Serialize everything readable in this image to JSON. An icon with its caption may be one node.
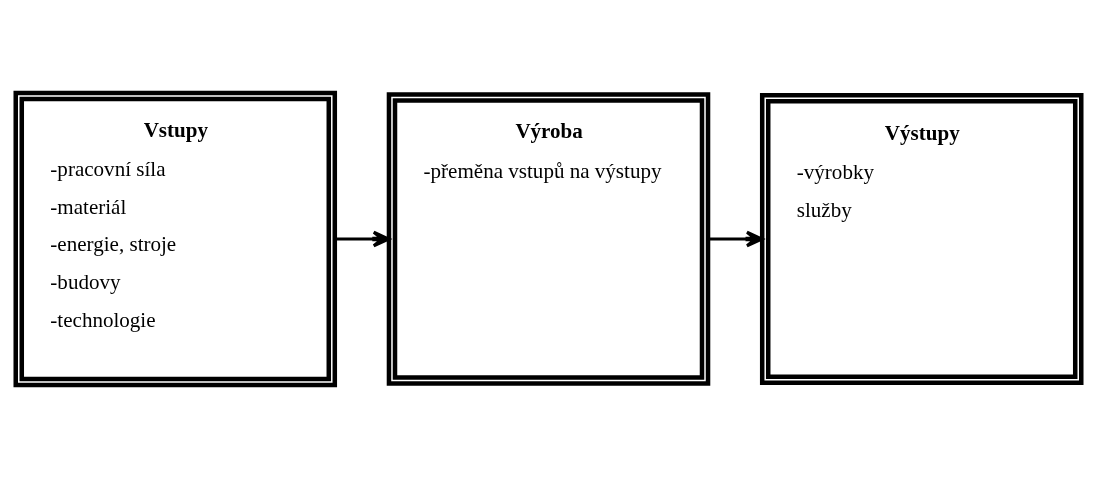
{
  "diagram": {
    "nodes": [
      {
        "text": [
          "Vstupy",
          "-pracovní síla",
          "-materiál",
          "-energie, stroje",
          "-budovy",
          "-technologie"
        ]
      },
      {
        "text": [
          "Výroba",
          "-přeměna vstupů na výstupy"
        ]
      },
      {
        "text": [
          "Výstupy",
          "-výrobky",
          "služby"
        ]
      }
    ],
    "edges": [
      {
        "from": 0,
        "to": 1,
        "arrow": "to"
      },
      {
        "from": 1,
        "to": 2,
        "arrow": "to"
      }
    ]
  }
}
